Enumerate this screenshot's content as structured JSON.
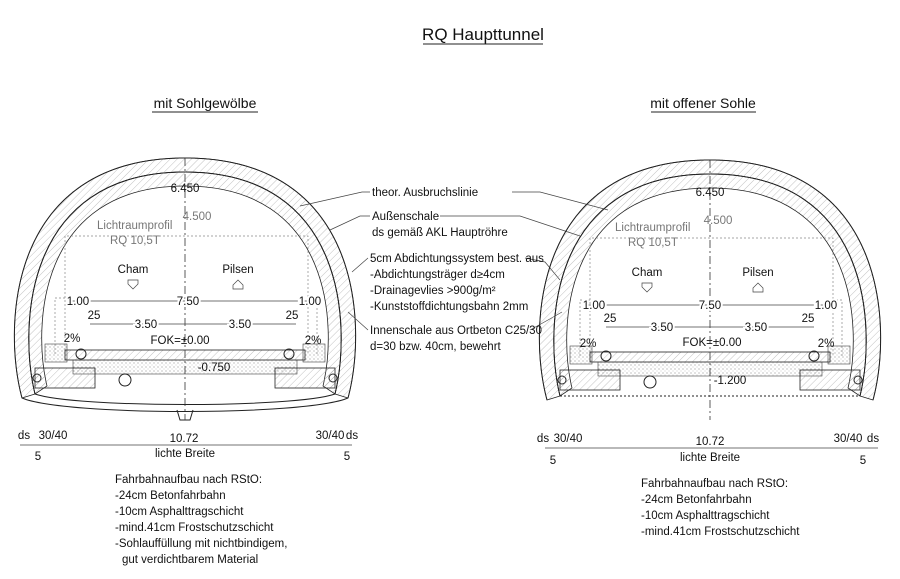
{
  "title": "RQ Haupttunnel",
  "left": {
    "heading": "mit Sohlgewölbe",
    "height_total": "6.450",
    "height_clearance": "4.500",
    "profile_label": "Lichtraumprofil",
    "profile_type": "RQ 10,5T",
    "direction_left": "Cham",
    "direction_right": "Pilsen",
    "dim_shoulder_left": "1.00",
    "dim_road": "7.50",
    "dim_shoulder_right": "1.00",
    "dim_marking_left": "25",
    "dim_marking_right": "25",
    "dim_lane_left": "3.50",
    "dim_lane_right": "3.50",
    "level": "FOK=±0.00",
    "slope_left": "2%",
    "slope_right": "2%",
    "depth": "-0.750",
    "width_dims": {
      "ds_left": "ds",
      "lining_left": "30/40",
      "five_left": "5",
      "width": "10.72",
      "width_label": "lichte Breite",
      "lining_right": "30/40",
      "ds_right": "ds",
      "five_right": "5"
    },
    "notes": [
      "Fahrbahnaufbau nach RStO:",
      "-24cm Betonfahrbahn",
      "-10cm Asphalttragschicht",
      "-mind.41cm Frostschutzschicht",
      "-Sohlauffüllung mit nichtbindigem,",
      "gut verdichtbarem Material"
    ]
  },
  "right": {
    "heading": "mit offener Sohle",
    "height_total": "6.450",
    "height_clearance": "4.500",
    "profile_label": "Lichtraumprofil",
    "profile_type": "RQ 10,5T",
    "direction_left": "Cham",
    "direction_right": "Pilsen",
    "dim_shoulder_left": "1.00",
    "dim_road": "7.50",
    "dim_shoulder_right": "1.00",
    "dim_marking_left": "25",
    "dim_marking_right": "25",
    "dim_lane_left": "3.50",
    "dim_lane_right": "3.50",
    "level": "FOK=±0.00",
    "slope_left": "2%",
    "slope_right": "2%",
    "depth": "-1.200",
    "width_dims": {
      "ds_left": "ds",
      "lining_left": "30/40",
      "five_left": "5",
      "width": "10.72",
      "width_label": "lichte Breite",
      "lining_right": "30/40",
      "ds_right": "ds",
      "five_right": "5"
    },
    "notes": [
      "Fahrbahnaufbau nach RStO:",
      "-24cm Betonfahrbahn",
      "-10cm Asphalttragschicht",
      "-mind.41cm Frostschutzschicht"
    ]
  },
  "callouts": [
    "theor. Ausbruchslinie",
    "Außenschale",
    "ds gemäß AKL Hauptröhre",
    "5cm Abdichtungssystem best. aus",
    "-Abdichtungsträger d≥4cm",
    "-Drainagevlies >900g/m²",
    "-Kunststoffdichtungsbahn 2mm",
    "Innenschale aus Ortbeton C25/30",
    "d=30 bzw. 40cm, bewehrt"
  ]
}
